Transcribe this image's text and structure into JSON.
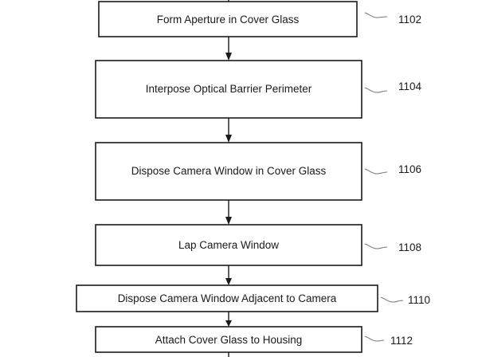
{
  "flowchart": {
    "steps": [
      {
        "id": "1102",
        "label": "Form Aperture in Cover Glass"
      },
      {
        "id": "1104",
        "label": "Interpose Optical Barrier Perimeter"
      },
      {
        "id": "1106",
        "label": "Dispose Camera Window in Cover Glass"
      },
      {
        "id": "1108",
        "label": "Lap Camera Window"
      },
      {
        "id": "1110",
        "label": "Dispose Camera Window Adjacent to Camera"
      },
      {
        "id": "1112",
        "label": "Attach Cover Glass to Housing"
      }
    ]
  }
}
